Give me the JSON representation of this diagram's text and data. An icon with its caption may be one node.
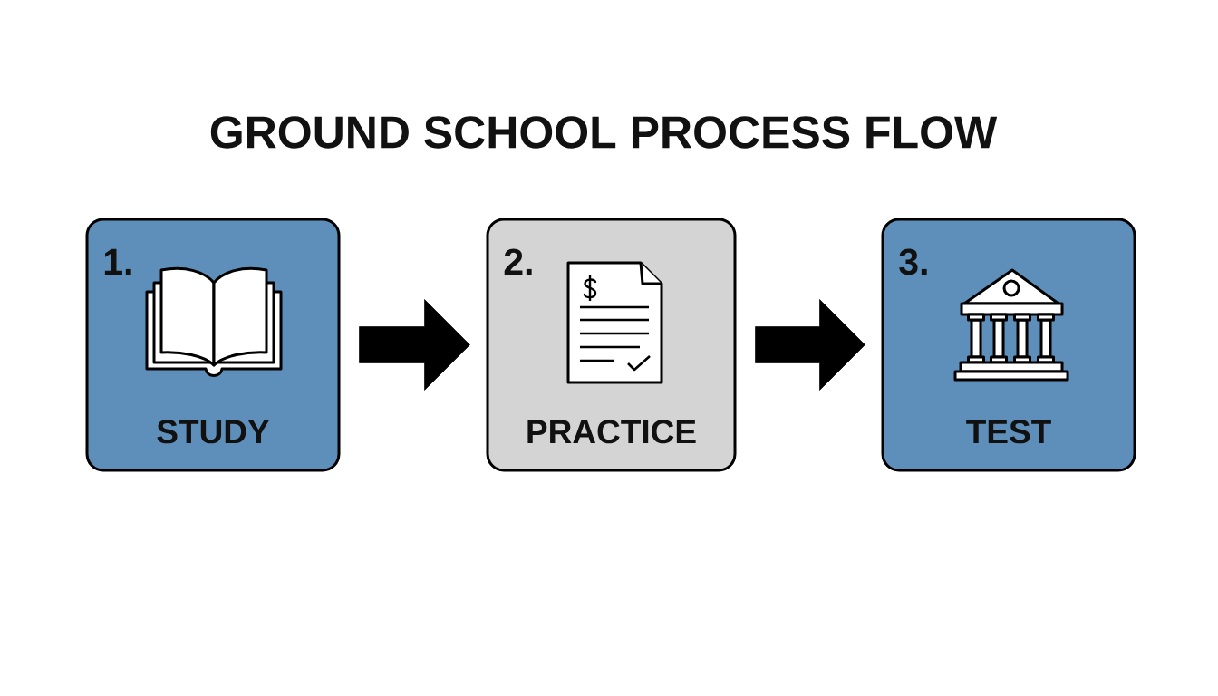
{
  "diagram": {
    "title": "GROUND SCHOOL PROCESS FLOW",
    "nodes": [
      {
        "text": [
          "1.",
          "STUDY"
        ]
      },
      {
        "text": [
          "2.",
          "PRACTICE"
        ]
      },
      {
        "text": [
          "3.",
          "TEST"
        ]
      }
    ],
    "edges": [
      {
        "from": 0,
        "to": 1,
        "arrow": "to"
      },
      {
        "from": 1,
        "to": 2,
        "arrow": "to"
      }
    ]
  }
}
